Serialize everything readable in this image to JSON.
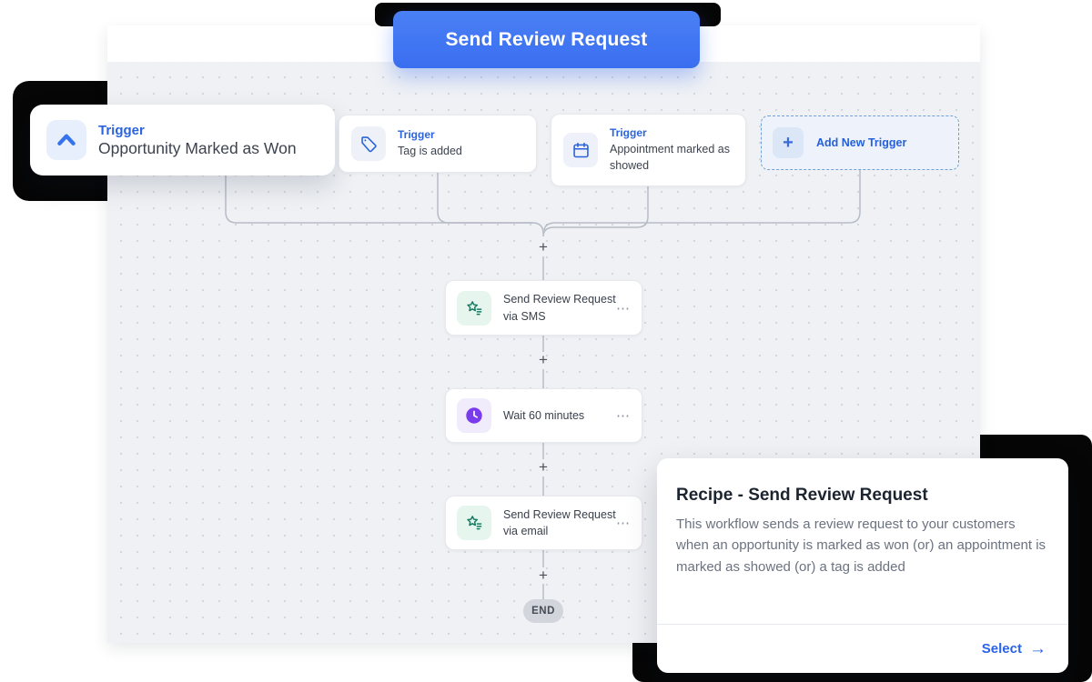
{
  "header_button": {
    "label": "Send Review Request"
  },
  "canvas": {
    "plus_glyph": "+",
    "ellipsis_glyph": "⋯",
    "end_label": "END",
    "triggers": [
      {
        "label": "Trigger",
        "title": "Opportunity Marked as Won",
        "icon": "chevron-up-icon"
      },
      {
        "label": "Trigger",
        "title": "Tag is added",
        "icon": "tag-icon"
      },
      {
        "label": "Trigger",
        "title": "Appointment marked as showed",
        "icon": "calendar-icon"
      }
    ],
    "add_trigger": {
      "label": "Add New Trigger",
      "icon": "plus-icon"
    },
    "nodes": [
      {
        "title": "Send Review Request via SMS",
        "icon": "review-star-icon"
      },
      {
        "title": "Wait 60 minutes",
        "icon": "clock-icon"
      },
      {
        "title": "Send Review Request via email",
        "icon": "review-star-icon"
      }
    ]
  },
  "recipe_card": {
    "title": "Recipe - Send Review Request",
    "description": "This workflow sends a review request to your customers when an opportunity is marked as won (or) an appointment is marked as showed (or) a tag is added",
    "action_label": "Select",
    "action_arrow": "→"
  },
  "colors": {
    "accent_blue": "#3a6ef0",
    "trigger_blue": "#2b64dd",
    "review_green": "#187a60",
    "wait_purple": "#7a3bed",
    "connector_gray": "#b6bcc6",
    "canvas_bg": "#eff1f4",
    "black_block": "#060606"
  }
}
